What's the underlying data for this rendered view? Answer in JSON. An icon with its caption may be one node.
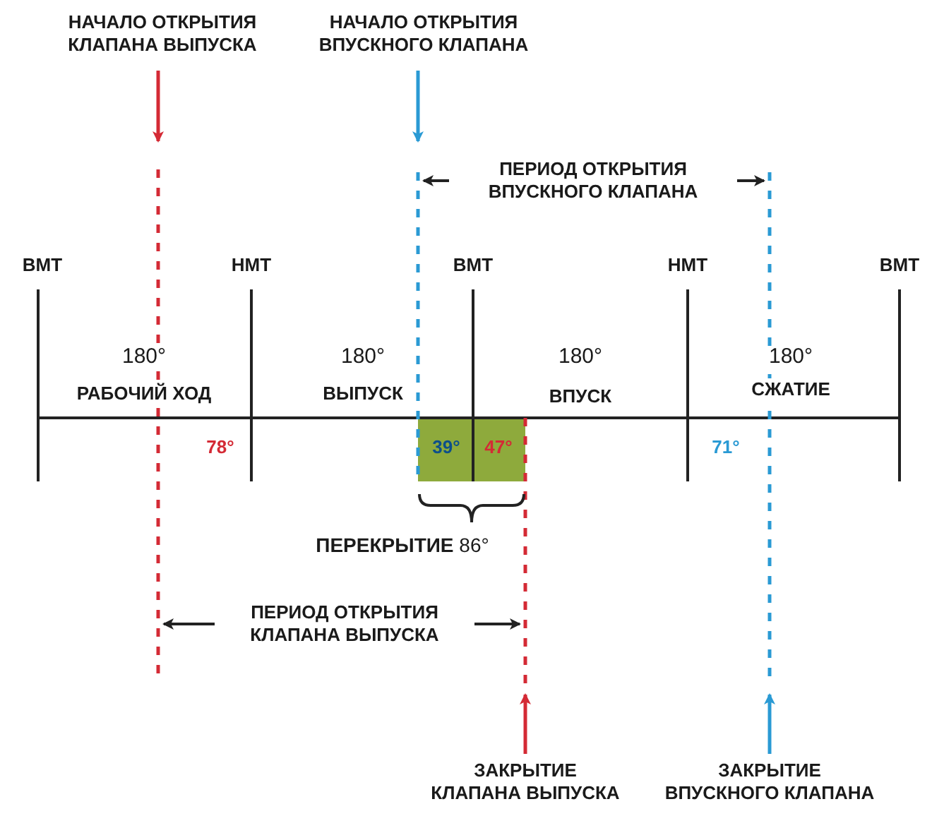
{
  "diagram": {
    "nodes": [
      {
        "text": [
          "НАЧАЛО ОТКРЫТИЯ КЛАПАНА ВЫПУСКА"
        ]
      },
      {
        "text": [
          "НАЧАЛО ОТКРЫТИЯ ВПУСКНОГО КЛАПАНА"
        ]
      },
      {
        "text": [
          "ЗАКРЫТИЕ КЛАПАНА ВЫПУСКА"
        ]
      },
      {
        "text": [
          "ЗАКРЫТИЕ ВПУСКНОГО КЛАПАНА"
        ]
      }
    ],
    "edges": [
      {
        "from": 0,
        "to": null,
        "arrow": "to",
        "color": "#d42a35"
      },
      {
        "from": 1,
        "to": null,
        "arrow": "to",
        "color": "#2a9ad4"
      },
      {
        "from": 2,
        "to": null,
        "arrow": "to",
        "color": "#d42a35"
      },
      {
        "from": 3,
        "to": null,
        "arrow": "to",
        "color": "#2a9ad4"
      }
    ],
    "labels": [
      "ПЕРИОД ОТКРЫТИЯ ВПУСКНОГО КЛАПАНА",
      "ВМТ",
      "НМТ",
      "ВМТ",
      "НМТ",
      "ВМТ",
      "180°",
      "180°",
      "180°",
      "180°",
      "РАБОЧИЙ ХОД",
      "ВЫПУСК",
      "ВПУСК",
      "СЖАТИЕ",
      "78°",
      "39°",
      "47°",
      "71°",
      "**ПЕРЕКРЫТИЕ** 86°",
      "ПЕРИОД ОТКРЫТИЯ КЛАПАНА ВЫПУСКА"
    ]
  }
}
